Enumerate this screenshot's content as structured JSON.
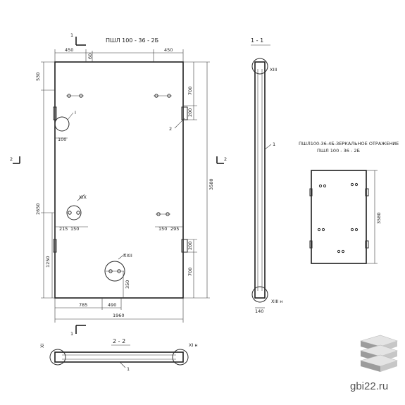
{
  "main_view": {
    "title": "ПШЛ 100 - 36 - 2Б",
    "section_mark": "1",
    "left_section_mark": "2",
    "right_section_mark": "2",
    "dim_top_left": "450",
    "dim_top_right": "450",
    "dim_top_small": "60",
    "dim_left_top": "530",
    "dim_right_700_top": "700",
    "dim_right_200_top": "200",
    "dim_height_total": "3580",
    "dim_left_2650": "2650",
    "dim_left_1250": "1250",
    "dim_hole_100": "100",
    "dim_215": "215",
    "dim_150_left": "150",
    "dim_150_right": "150",
    "dim_295": "295",
    "dim_right_200_bottom": "200",
    "dim_right_700_bottom": "700",
    "dim_350": "350",
    "dim_785": "785",
    "dim_490": "490",
    "dim_width_total": "1960",
    "callout_I": "I",
    "callout_XIX": "XIX",
    "callout_XXII": "XXII",
    "callout_2": "2"
  },
  "section_1_1": {
    "title": "1 - 1",
    "callout_XIII": "XIII",
    "callout_1": "1",
    "callout_XIII_n": "XIII н",
    "dim_bottom": "140"
  },
  "mirror_view": {
    "title_line1": "ПШЛ100-36-4Б-ЗЕРКАЛЬНОЕ ОТРАЖЕНИЕ",
    "title_line2": "ПШЛ 100 - 36 - 2Б",
    "dim_right": "3580"
  },
  "section_2_2": {
    "title": "2 - 2",
    "section_mark": "1",
    "callout_XI": "XI",
    "callout_XI_n": "XI н",
    "callout_1": "1"
  },
  "watermark": {
    "site": "gbi22.ru"
  },
  "colors": {
    "line": "#2b2b2b",
    "paper": "#ffffff"
  }
}
